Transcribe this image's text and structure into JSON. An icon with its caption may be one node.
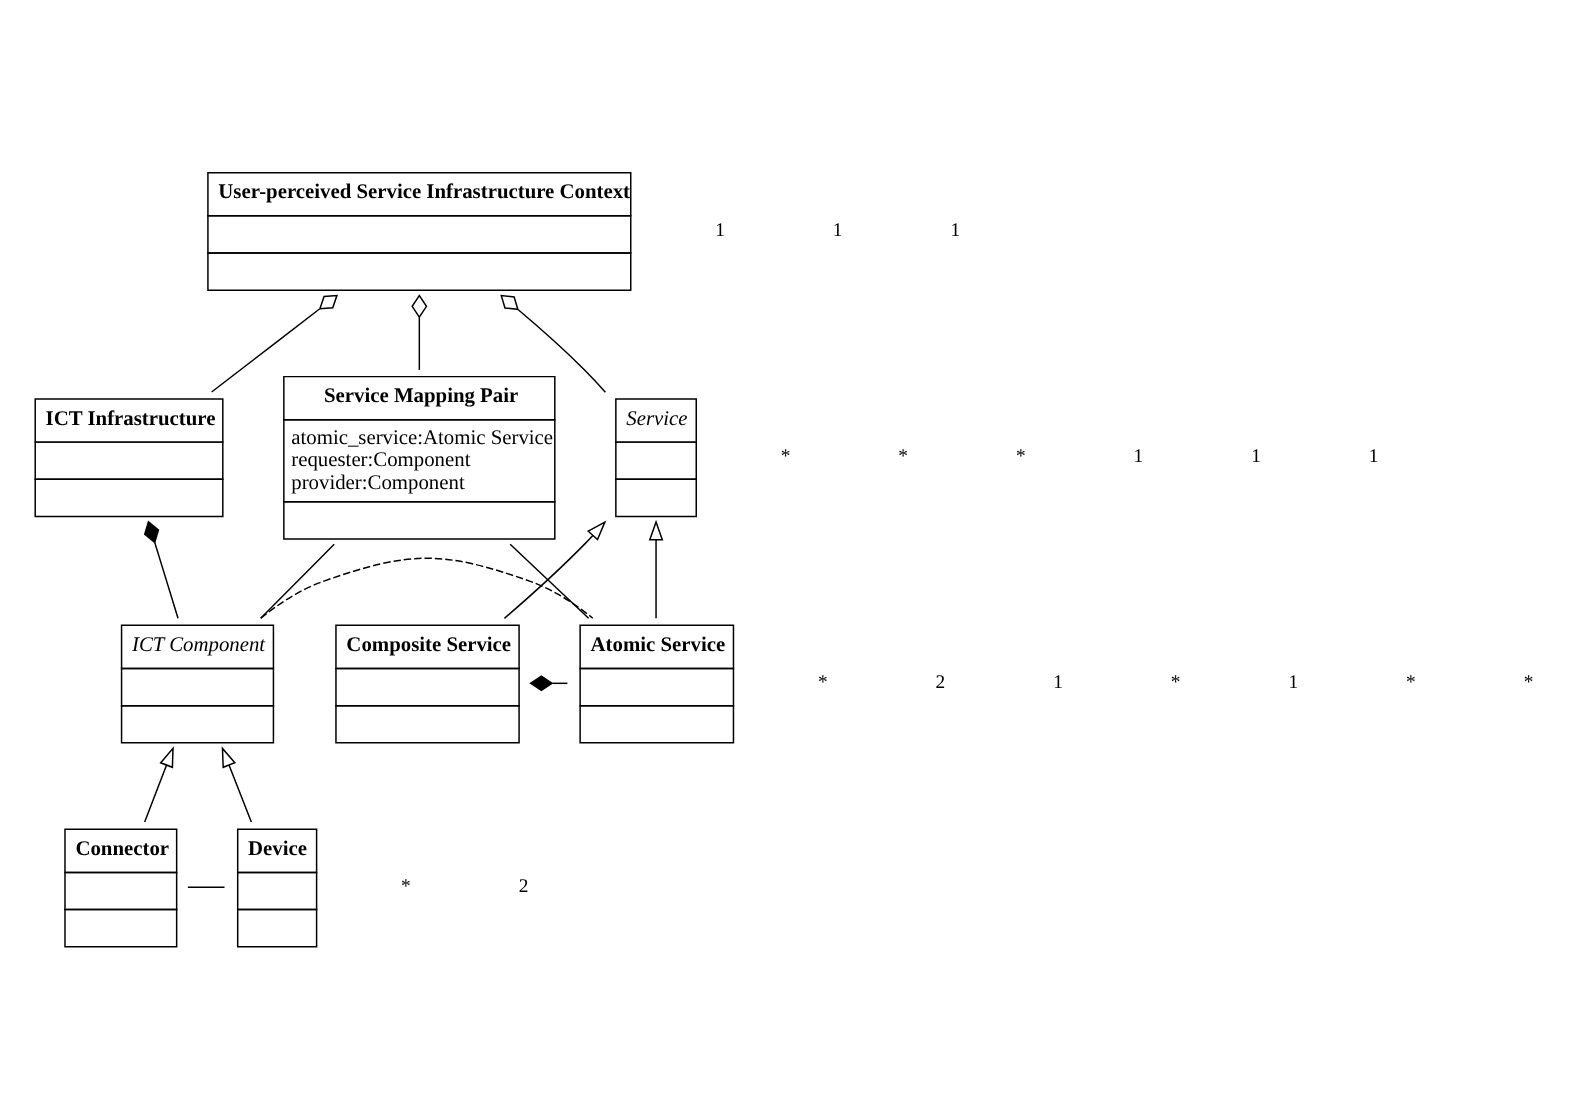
{
  "diagram": {
    "nodes": [
      {
        "text": [
          "User-perceived Service Infrastructure Context"
        ]
      },
      {
        "text": [
          "ICT Infrastructure"
        ]
      },
      {
        "text": [
          "Service Mapping Pair",
          "atomic_service:Atomic Service",
          "requester:Component",
          "provider:Component"
        ]
      },
      {
        "text": [
          "Service"
        ]
      },
      {
        "text": [
          "ICT Component"
        ]
      },
      {
        "text": [
          "Atomic Service"
        ]
      },
      {
        "text": [
          "Composite Service"
        ]
      },
      {
        "text": [
          "Connector"
        ]
      },
      {
        "text": [
          "Device"
        ]
      }
    ],
    "edges": [
      {
        "from": 0,
        "to": 1,
        "arrow": "other"
      },
      {
        "from": 0,
        "to": 2,
        "arrow": "other"
      },
      {
        "from": 0,
        "to": 3,
        "arrow": "other"
      },
      {
        "from": 1,
        "to": 4,
        "arrow": "other"
      },
      {
        "from": 2,
        "to": 4,
        "arrow": "none"
      },
      {
        "from": 2,
        "to": 5,
        "arrow": "none"
      },
      {
        "from": 5,
        "to": 3,
        "arrow": "to"
      },
      {
        "from": 6,
        "to": 3,
        "arrow": "to"
      },
      {
        "from": 4,
        "to": 5,
        "arrow": "none",
        "style": "dashed"
      },
      {
        "from": 6,
        "to": 5,
        "arrow": "other"
      },
      {
        "from": 7,
        "to": 4,
        "arrow": "to"
      },
      {
        "from": 8,
        "to": 4,
        "arrow": "to"
      },
      {
        "from": 7,
        "to": 8,
        "arrow": "none"
      }
    ],
    "labels": [
      "1",
      "1",
      "1",
      "*",
      "*",
      "*",
      "1",
      "*",
      "1",
      "1",
      "2",
      "1",
      "*",
      "1",
      "*",
      "*",
      "*",
      "2"
    ]
  }
}
